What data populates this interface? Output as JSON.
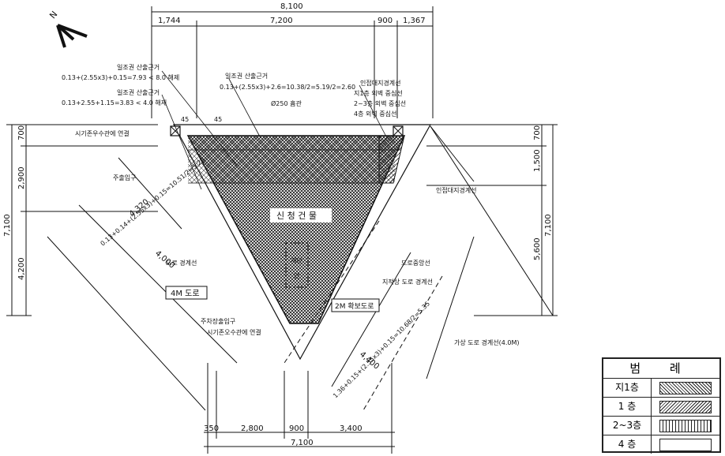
{
  "north_label": "N",
  "dims": {
    "top_total": "8,100",
    "top_1": "1,744",
    "top_2": "7,200",
    "top_3": "900",
    "top_4": "1,367",
    "left_1": "700",
    "left_2": "2,900",
    "left_3": "4,200",
    "left_total": "7,100",
    "right_1": "700",
    "right_2": "1,500",
    "right_3": "5,600",
    "right_total": "7,100",
    "bottom_1": "350",
    "bottom_2": "2,800",
    "bottom_3": "900",
    "bottom_4": "3,400",
    "bottom_total": "7,100",
    "diag_1": "4,320",
    "diag_2": "4,000",
    "diag_3": "4,400"
  },
  "formulas": {
    "f1_title": "일조권 산출근거",
    "f1_text": "0.13+(2.55x3)+0.15=7.93 < 8.0 해제",
    "f2_title": "일조권 산출근거",
    "f2_text": "0.13+2.55+1.15=3.83 < 4.0 해제",
    "f3_title": "일조권 산출근거",
    "f3_text": "0.13+(2.55x3)+2.6=10.38/2=5.19/2=2.60",
    "f4_text": "0.13+0.14+(2.55x3)+0.15=10.51/2=5.26",
    "f5_text": "1.36+0.15+(2.55x3)+0.15=10.68/2=5.35"
  },
  "labels": {
    "culvert": "Ø250 흄관",
    "existing_drain": "시기존우수관에 연결",
    "entrance": "주출입구",
    "building": "신 청 건 물",
    "road_boundary": "도로 경계선",
    "road_4m": "4M 도로",
    "parking_entrance": "주차장출입구",
    "existing_sewer": "시기존오수관에 연결",
    "adj_land_1": "인접대지경계선",
    "basement_line": "지1층 외벽 중심선",
    "floor23_line": "2~3층 외벽 중심선",
    "floor4_line": "4층 외벽 중심선",
    "adj_land_2": "인접대지경계선",
    "road_centerline": "도로중앙선",
    "designated_road": "지적상 도로 경계선",
    "setback_road": "2M 확보도로",
    "virtual_road": "가상 도로 경계선(4.0M)",
    "stair_1": "계단",
    "stair_2": "단",
    "deg_1": "45",
    "deg_2": "45"
  },
  "legend": {
    "title": "범 례",
    "rows": [
      {
        "name": "지1층",
        "pattern": "diag-45"
      },
      {
        "name": "1  층",
        "pattern": "diag-135"
      },
      {
        "name": "2~3층",
        "pattern": "vertical"
      },
      {
        "name": "4  층",
        "pattern": "none"
      }
    ]
  }
}
